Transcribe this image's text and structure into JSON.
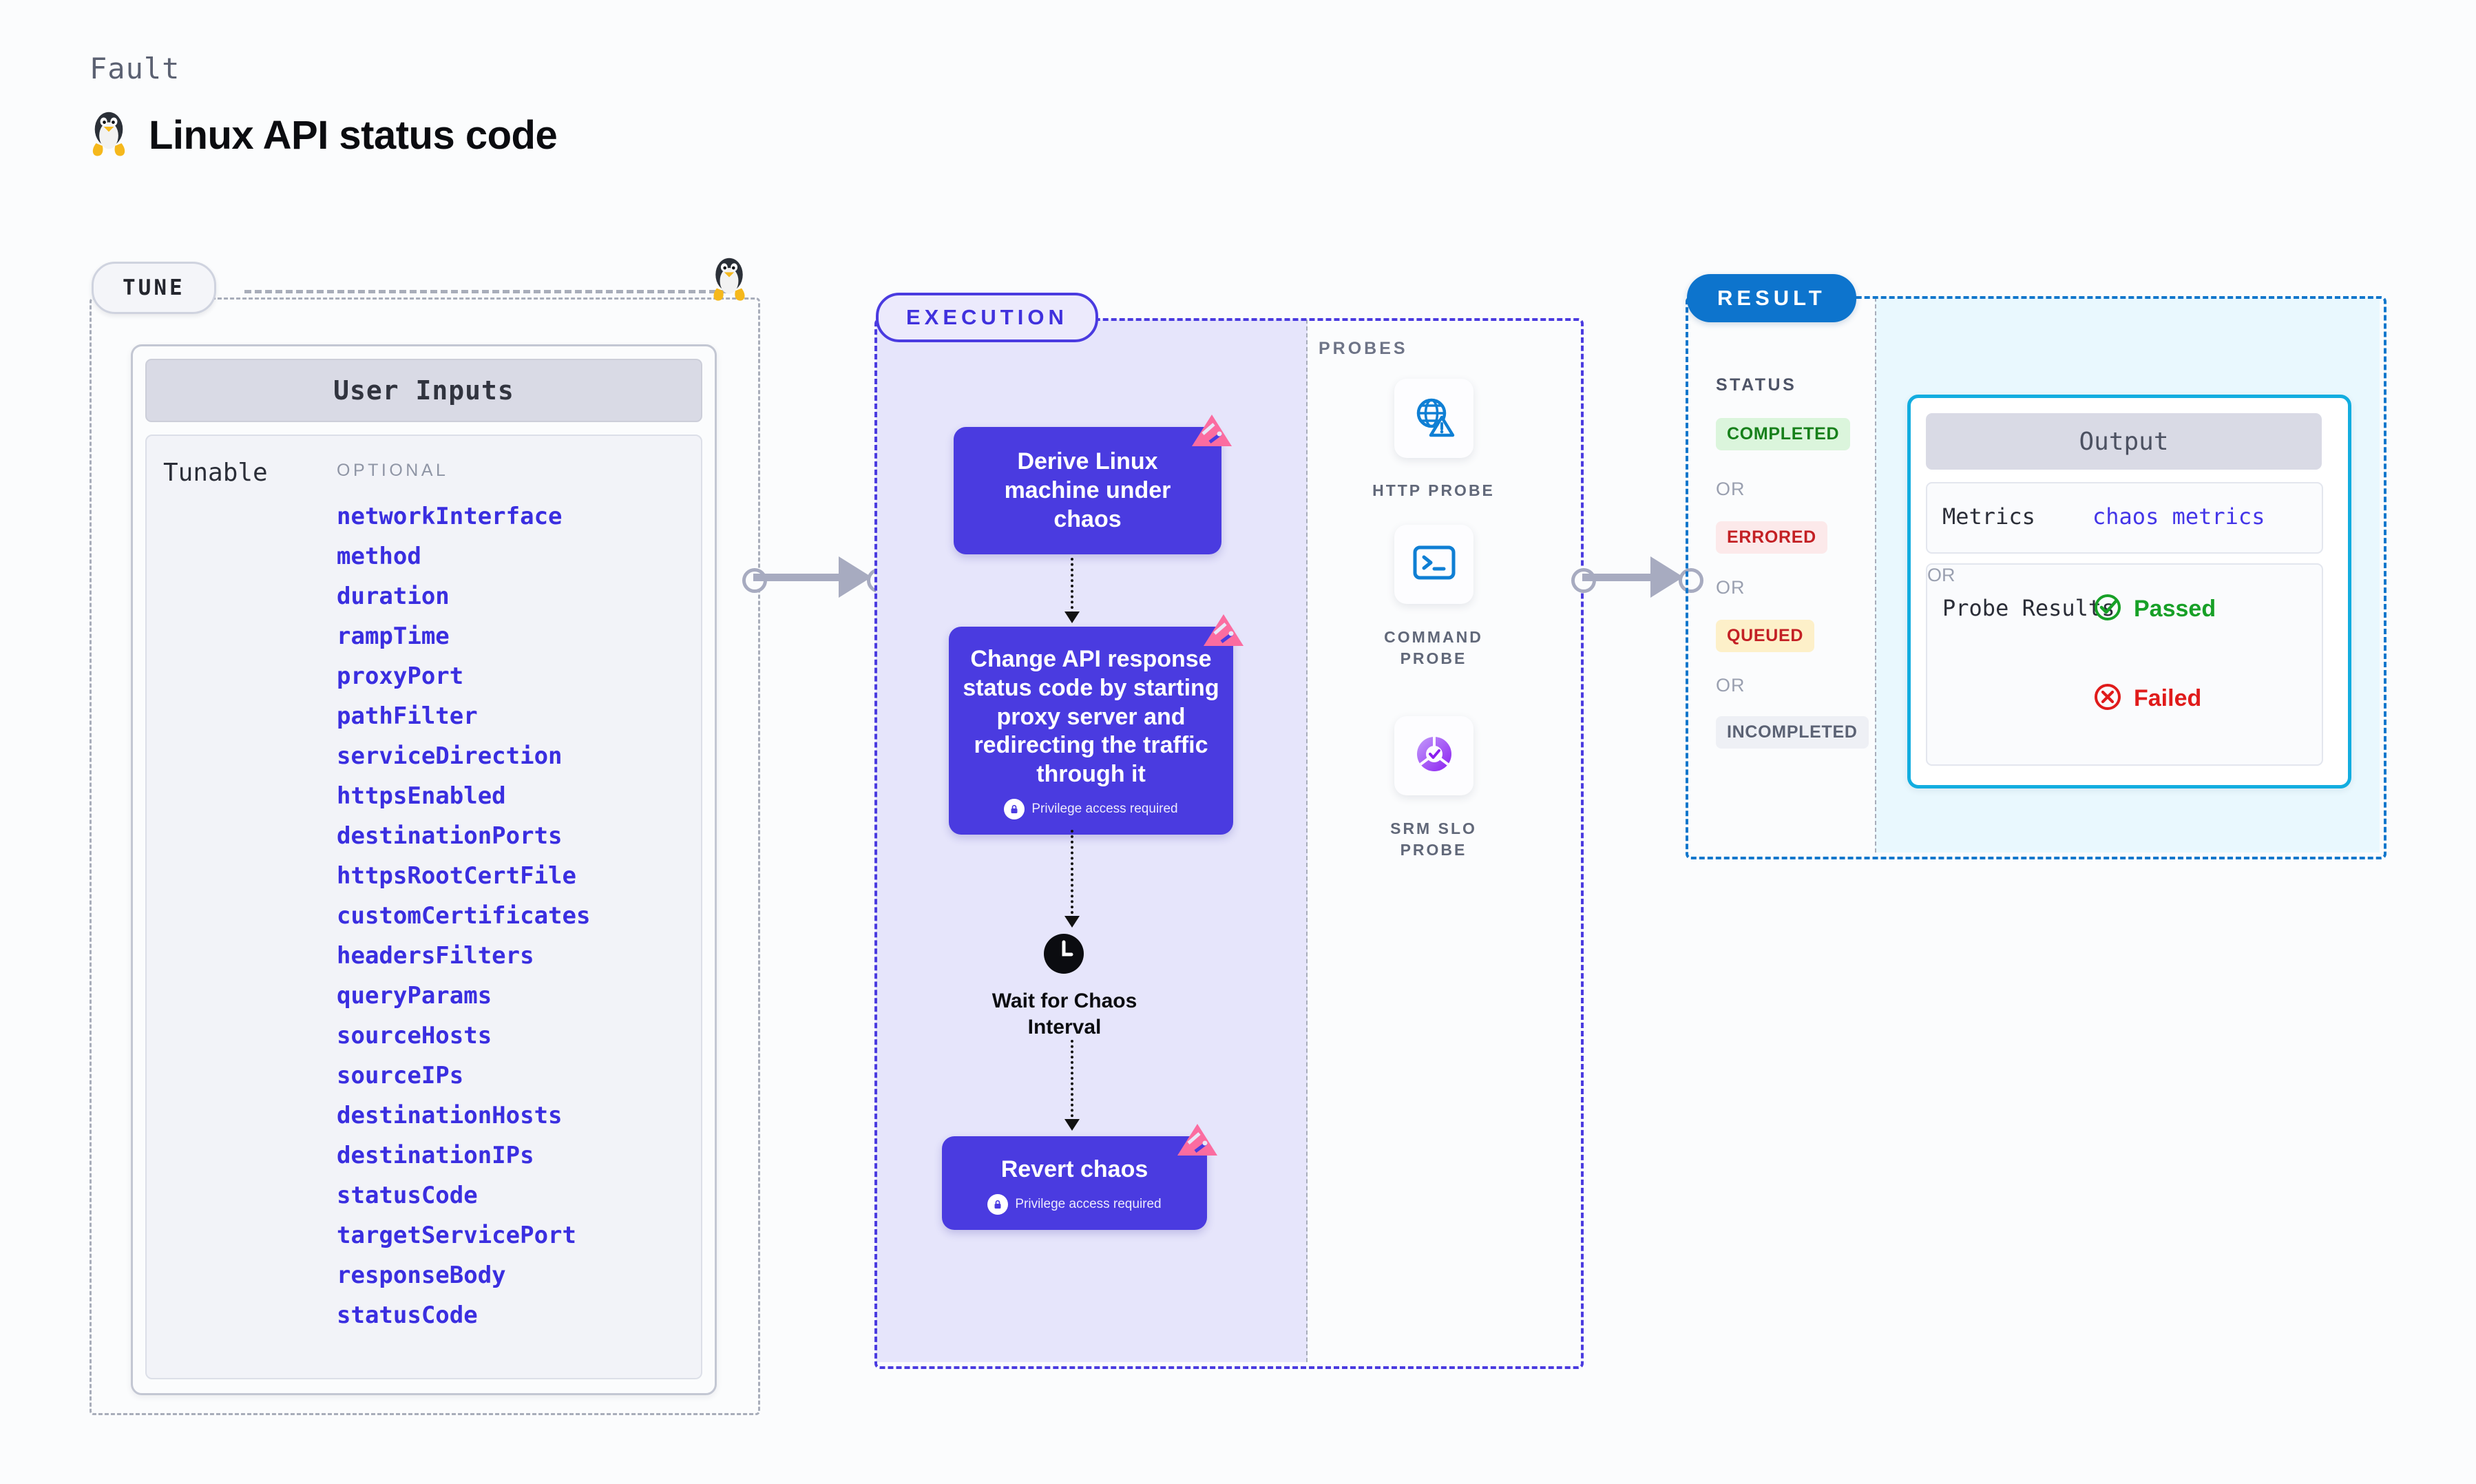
{
  "header": {
    "kicker": "Fault",
    "title": "Linux API status code",
    "os_icon": "linux-penguin-icon"
  },
  "tune": {
    "pill_label": "TUNE",
    "os_icon": "linux-penguin-icon",
    "card_title": "User Inputs",
    "group_label": "Tunable",
    "optional_label": "OPTIONAL",
    "optional_params": [
      "networkInterface",
      "method",
      "duration",
      "rampTime",
      "proxyPort",
      "pathFilter",
      "serviceDirection",
      "httpsEnabled",
      "destinationPorts",
      "httpsRootCertFile",
      "customCertificates",
      "headersFilters",
      "queryParams",
      "sourceHosts",
      "sourceIPs",
      "destinationHosts",
      "destinationIPs",
      "statusCode",
      "targetServicePort",
      "responseBody",
      "statusCode"
    ]
  },
  "execution": {
    "pill_label": "EXECUTION",
    "nodes": [
      {
        "title": "Derive Linux machine under chaos",
        "privilege": null,
        "badge": "litmus-chaos-icon"
      },
      {
        "title": "Change API response status code by starting proxy server and redirecting the traffic through it",
        "privilege": "Privilege access required",
        "badge": "litmus-chaos-icon"
      }
    ],
    "wait_step": {
      "icon": "clock-icon",
      "label": "Wait for Chaos Interval"
    },
    "revert_node": {
      "title": "Revert chaos",
      "privilege": "Privilege access required",
      "badge": "litmus-chaos-icon"
    }
  },
  "probes": {
    "section_label": "PROBES",
    "items": [
      {
        "caption": "HTTP PROBE",
        "icon": "globe-warning-icon"
      },
      {
        "caption": "COMMAND PROBE",
        "icon": "terminal-icon"
      },
      {
        "caption": "SRM SLO PROBE",
        "icon": "srm-slo-donut-check-icon"
      }
    ]
  },
  "result": {
    "pill_label": "RESULT",
    "status_label": "STATUS",
    "or_label": "OR",
    "statuses": [
      {
        "label": "COMPLETED",
        "color": "#17801b",
        "bg": "#dbf5dc"
      },
      {
        "label": "ERRORED",
        "color": "#c32024",
        "bg": "#fce9ea"
      },
      {
        "label": "QUEUED",
        "color": "#c32024",
        "bg": "#fdf0c9"
      },
      {
        "label": "INCOMPLETED",
        "color": "#5b6274",
        "bg": "#eef0f5"
      }
    ],
    "output": {
      "card_title": "Output",
      "metrics_key": "Metrics",
      "metrics_value": "chaos metrics",
      "probe_results_key": "Probe Results",
      "passed_label": "Passed",
      "failed_label": "Failed",
      "or_label": "OR"
    }
  },
  "colors": {
    "tune_accent": "#a8adba",
    "execution_accent": "#4a3be0",
    "result_accent": "#1277cc",
    "output_accent": "#12ade0",
    "param_text": "#3a2ee0",
    "chaos_badge": "#fb6ca0"
  }
}
